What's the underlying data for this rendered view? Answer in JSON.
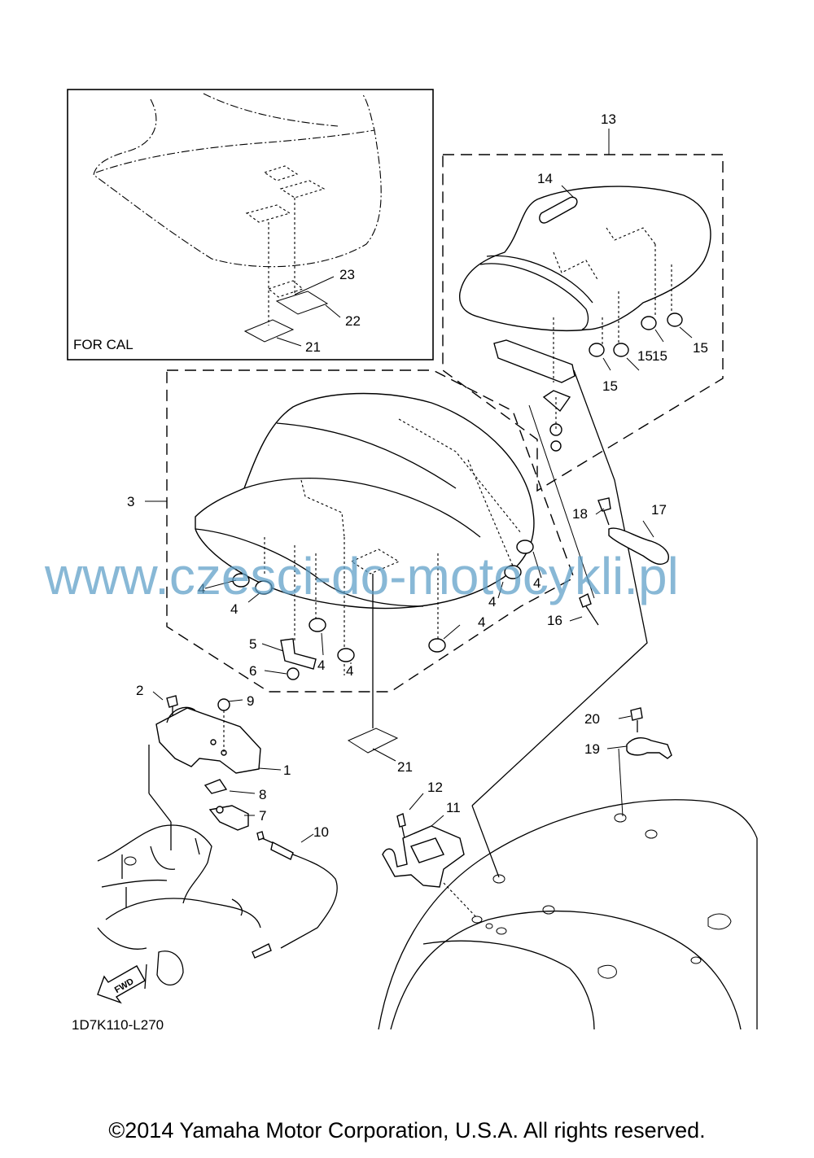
{
  "inset": {
    "label": "FOR CAL"
  },
  "parts": {
    "p1": "1",
    "p2": "2",
    "p3": "3",
    "p4a": "4",
    "p4b": "4",
    "p4c": "4",
    "p4d": "4",
    "p4e": "4",
    "p4f": "4",
    "p4g": "4",
    "p5": "5",
    "p6": "6",
    "p7": "7",
    "p8": "8",
    "p9": "9",
    "p10": "10",
    "p11": "11",
    "p12": "12",
    "p13": "13",
    "p14": "14",
    "p15a": "15",
    "p15b": "15",
    "p15c": "15",
    "p15d": "15",
    "p16": "16",
    "p17": "17",
    "p18": "18",
    "p19": "19",
    "p20": "20",
    "p21a": "21",
    "p21b": "21",
    "p22": "22",
    "p23": "23"
  },
  "diagram_code": "1D7K110-L270",
  "fwd_label": "FWD",
  "watermark": "www.czesci-do-motocykli.pl",
  "copyright": "©2014 Yamaha Motor Corporation, U.S.A. All rights reserved."
}
